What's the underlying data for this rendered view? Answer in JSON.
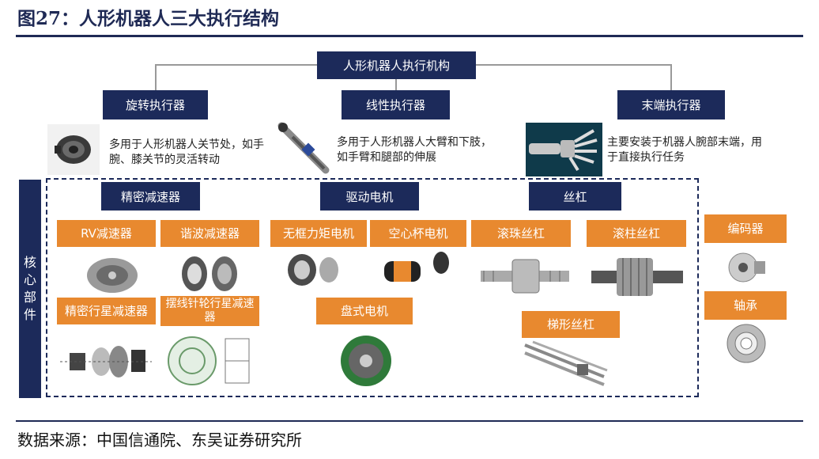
{
  "title": "图27：人形机器人三大执行结构",
  "root": "人形机器人执行机构",
  "actuators": [
    {
      "label": "旋转执行器",
      "desc": "多用于人形机器人关节处，如手腕、膝关节的灵活转动"
    },
    {
      "label": "线性执行器",
      "desc": "多用于人形机器人大臂和下肢，如手臂和腿部的伸展"
    },
    {
      "label": "末端执行器",
      "desc": "主要安装于机器人腕部末端，用于直接执行任务"
    }
  ],
  "core": {
    "label_chars": [
      "核",
      "心",
      "部",
      "件"
    ],
    "reducer": {
      "label": "精密减速器",
      "items": [
        "RV减速器",
        "谐波减速器",
        "精密行星减速器",
        "摆线针轮行星减速器"
      ]
    },
    "motor": {
      "label": "驱动电机",
      "items": [
        "无框力矩电机",
        "空心杯电机",
        "盘式电机"
      ]
    },
    "screw": {
      "label": "丝杠",
      "items": [
        "滚珠丝杠",
        "滚柱丝杠",
        "梯形丝杠"
      ]
    },
    "others": [
      "编码器",
      "轴承"
    ]
  },
  "source": "数据来源：中国信通院、东吴证券研究所"
}
